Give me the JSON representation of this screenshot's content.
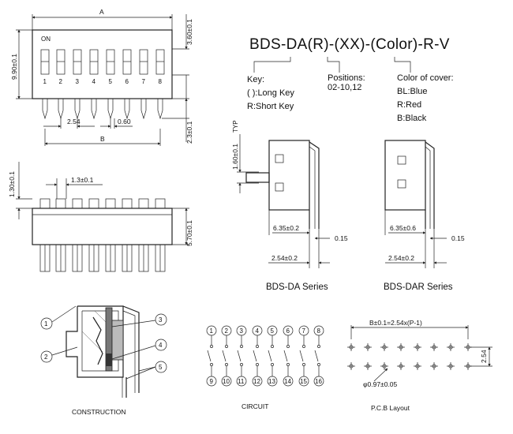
{
  "part_code": "BDS-DA(R)-(XX)-(Color)-R-V",
  "key": {
    "heading": "Key:",
    "long": "( ):Long Key",
    "short": "R:Short Key"
  },
  "positions": {
    "heading": "Positions:",
    "values": "02-10,12"
  },
  "cover": {
    "heading": "Color of cover:",
    "options": [
      "BL:Blue",
      "R:Red",
      "B:Black"
    ]
  },
  "top_view": {
    "dim_a": "A",
    "on_label": "ON",
    "switch_numbers": [
      "1",
      "2",
      "3",
      "4",
      "5",
      "6",
      "7",
      "8"
    ],
    "dim_height": "9.90±0.1",
    "dim_key": "3.60±0.1",
    "dim_pitch": "2.54",
    "dim_pin_width": "0.60",
    "dim_b": "B",
    "dim_pin_len": "2.3±0.1"
  },
  "front_view": {
    "dim_top": "1.30±0.1",
    "dim_key_width": "1.3±0.1",
    "dim_body": "5.70±0.1"
  },
  "side_da": {
    "dim_key": "1.60±0.1",
    "dim_typ": "TYP",
    "dim_width": "6.35±0.2",
    "dim_pin": "0.15",
    "dim_pitch": "2.54±0.2",
    "label": "BDS-DA Series"
  },
  "side_dar": {
    "dim_width": "6.35±0.6",
    "dim_pin": "0.15",
    "dim_pitch": "2.54±0.2",
    "label": "BDS-DAR Series"
  },
  "construction": {
    "callouts": [
      "1",
      "2",
      "3",
      "4",
      "5"
    ],
    "label": "CONSTRUCTION"
  },
  "circuit": {
    "top_pins": [
      "1",
      "2",
      "3",
      "4",
      "5",
      "6",
      "7",
      "8"
    ],
    "bottom_pins": [
      "9",
      "10",
      "11",
      "12",
      "13",
      "14",
      "15",
      "16"
    ],
    "label": "CIRCUIT"
  },
  "pcb": {
    "dim_span": "B±0.1=2.54x(P-1)",
    "dim_row": "2.54",
    "dim_hole": "φ0.97±0.05",
    "label": "P.C.B Layout"
  }
}
